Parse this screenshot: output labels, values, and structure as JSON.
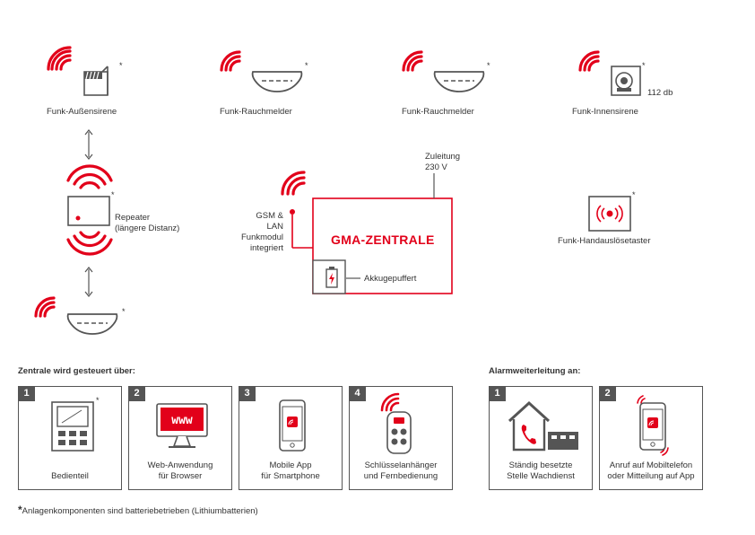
{
  "colors": {
    "accent": "#e2001a",
    "dark": "#555555",
    "text": "#333333"
  },
  "devices": {
    "aussensirene": {
      "label": "Funk-Außensirene",
      "star": "*"
    },
    "rauch1": {
      "label": "Funk-Rauchmelder",
      "star": "*"
    },
    "rauch2": {
      "label": "Funk-Rauchmelder",
      "star": "*"
    },
    "innensirene": {
      "label": "Funk-Innensirene",
      "star": "*",
      "note": "112 db"
    },
    "repeater": {
      "line1": "Repeater",
      "line2": "(längere Distanz)",
      "star": "*"
    },
    "rauch3": {
      "star": "*"
    },
    "handausloeser": {
      "label": "Funk-Handauslösetaster",
      "star": "*"
    }
  },
  "central": {
    "title": "GMA-ZENTRALE",
    "zuleitung_line1": "Zuleitung",
    "zuleitung_line2": "230 V",
    "gsm": [
      "GSM &",
      "LAN",
      "Funkmodul",
      "integriert"
    ],
    "akku": "Akkugepuffert"
  },
  "control": {
    "heading": "Zentrale wird gesteuert über:",
    "items": [
      {
        "num": "1",
        "line1": "Bedienteil",
        "line2": "",
        "star": "*",
        "icon": "keypad-icon"
      },
      {
        "num": "2",
        "line1": "Web-Anwendung",
        "line2": "für Browser",
        "icon": "monitor-icon",
        "screen_text": "www"
      },
      {
        "num": "3",
        "line1": "Mobile App",
        "line2": "für Smartphone",
        "icon": "smartphone-icon"
      },
      {
        "num": "4",
        "line1": "Schlüsselanhänger",
        "line2": "und Fernbedienung",
        "icon": "remote-control-icon"
      }
    ]
  },
  "alarm": {
    "heading": "Alarmweiterleitung an:",
    "items": [
      {
        "num": "1",
        "line1": "Ständig besetzte",
        "line2": "Stelle Wachdienst",
        "icon": "building-phone-icon"
      },
      {
        "num": "2",
        "line1": "Anruf auf Mobiltelefon",
        "line2": "oder Mitteilung auf App",
        "icon": "ringing-phone-icon"
      }
    ]
  },
  "footnote": {
    "star": "*",
    "text": "Anlagenkomponenten sind batteriebetrieben (Lithiumbatterien)"
  }
}
